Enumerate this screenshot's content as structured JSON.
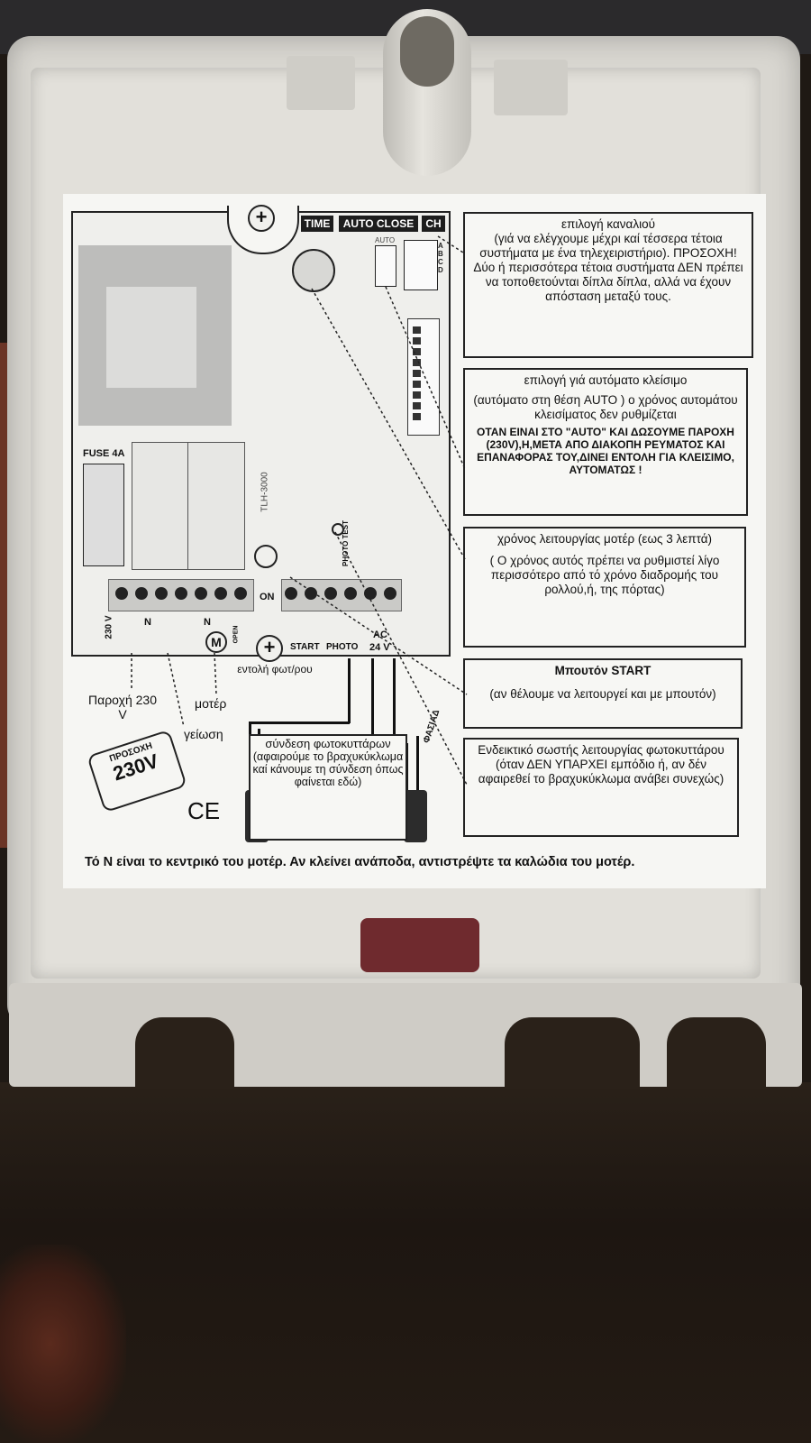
{
  "label": {
    "header_time": "TIME",
    "header_auto_close": "AUTO CLOSE",
    "header_ch": "CH",
    "auto_jumper": "AUTO",
    "ch_letters": "A B C D",
    "fuse": "FUSE 4A",
    "board_model": "TLH-3000",
    "on": "ON",
    "photo_test": "PHOTO TEST",
    "term_230v": "230 V",
    "term_n": "N",
    "term_open": "OPEN",
    "term_start": "START",
    "term_photo": "PHOTO",
    "term_ac": "AC",
    "term_24v": "24 V",
    "left_supply": "Παροχή 230 V",
    "left_motor": "μοτέρ",
    "left_ground": "γείωση",
    "left_command": "εντολή φωτ/ρου",
    "warning_top": "ΠΡΟΣΟΧΗ",
    "warning_voltage": "230V",
    "ce": "CE",
    "photocell_title": "σύνδεση φωτοκυττάρων",
    "photocell_note": "(αφαιρούμε το βραχυκύκλωμα καί κάνουμε τη σύνδεση όπως φαίνεται εδώ)",
    "vertical_wire": "ΦΑΣΙΑΔ",
    "footer": "Τό N είναι το κεντρικό του μοτέρ. Αν κλείνει ανάποδα, αντιστρέψτε τα καλώδια του μοτέρ."
  },
  "boxes": [
    {
      "title": "επιλογή καναλιού",
      "body": "(γιά να ελέγχουμε μέχρι καί τέσσερα τέτοια συστήματα με ένα τηλεχειριστήριο). ΠΡΟΣΟΧΗ! Δύο ή περισσότερα τέτοια συστήματα ΔΕΝ πρέπει να τοποθετούνται δίπλα δίπλα, αλλά να έχουν απόσταση μεταξύ τους."
    },
    {
      "title": "επιλογή γιά αυτόματο κλείσιμο",
      "body": "(αυτόματο στη θέση AUTO ) ο χρόνος αυτομάτου κλεισίματος δεν ρυθμίζεται",
      "note": "ΟΤΑΝ ΕΙΝΑΙ ΣΤΟ \"AUTO\" ΚΑΙ ΔΩΣΟΥΜΕ ΠΑΡΟΧΗ (230V),Η,ΜΕΤΑ ΑΠΟ ΔΙΑΚΟΠΗ ΡΕΥΜΑΤΟΣ ΚΑΙ ΕΠΑΝΑΦΟΡΑΣ ΤΟΥ,ΔΙΝΕΙ ΕΝΤΟΛΗ ΓΙΑ ΚΛΕΙΣΙΜΟ, ΑΥΤΟΜΑΤΩΣ !"
    },
    {
      "title": "χρόνος λειτουργίας μοτέρ (εως 3 λεπτά)",
      "body": "( Ο χρόνος αυτός πρέπει να ρυθμιστεί λίγο περισσότερο από τό χρόνο διαδρομής του ρολλού,ή, της πόρτας)"
    },
    {
      "title": "Μπουτόν START",
      "body": "(αν θέλουμε να λειτουργεί και με μπουτόν)"
    },
    {
      "title": "Ενδεικτικό σωστής λειτουργίας φωτοκυττάρου",
      "body": "(όταν ΔΕΝ ΥΠΑΡΧΕΙ εμπόδιο ή, αν δέν αφαιρεθεί το βραχυκύκλωμα ανάβει συνεχώς)"
    }
  ]
}
